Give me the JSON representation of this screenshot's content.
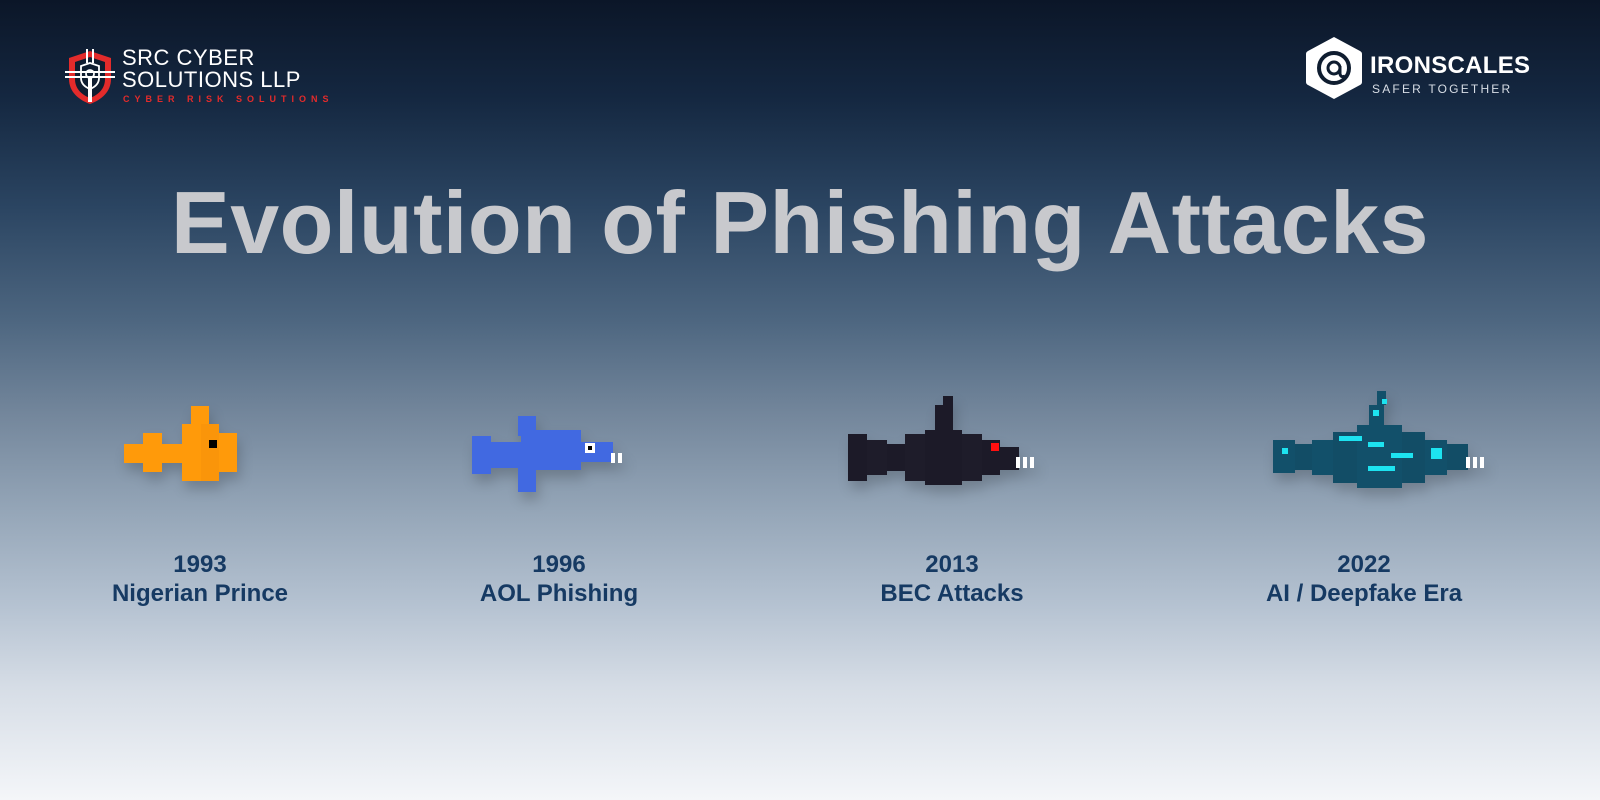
{
  "header": {
    "left_logo": {
      "icon": "shield-keyhole-icon",
      "line1": "SRC CYBER",
      "line2": "SOLUTIONS LLP",
      "tagline": "CYBER RISK SOLUTIONS",
      "accent_color": "#e32b2b"
    },
    "right_logo": {
      "icon": "at-sign-hexagon-icon",
      "brand": "IRONSCALES",
      "tagline": "SAFER TOGETHER"
    }
  },
  "title": "Evolution of Phishing Attacks",
  "timeline": [
    {
      "year": "1993",
      "label": "Nigerian Prince",
      "icon": "orange-pixel-fish-icon",
      "color": "#ff9a0a"
    },
    {
      "year": "1996",
      "label": "AOL Phishing",
      "icon": "blue-pixel-fish-icon",
      "color": "#4169e1"
    },
    {
      "year": "2013",
      "label": "BEC Attacks",
      "icon": "black-pixel-shark-icon",
      "color": "#1c1a28"
    },
    {
      "year": "2022",
      "label": "AI / Deepfake Era",
      "icon": "teal-cyber-shark-icon",
      "color": "#12506a"
    }
  ],
  "colors": {
    "title": "#c8c9cd",
    "label": "#163a63",
    "bg_top": "#0b1628",
    "bg_bottom": "#f4f6f9"
  }
}
